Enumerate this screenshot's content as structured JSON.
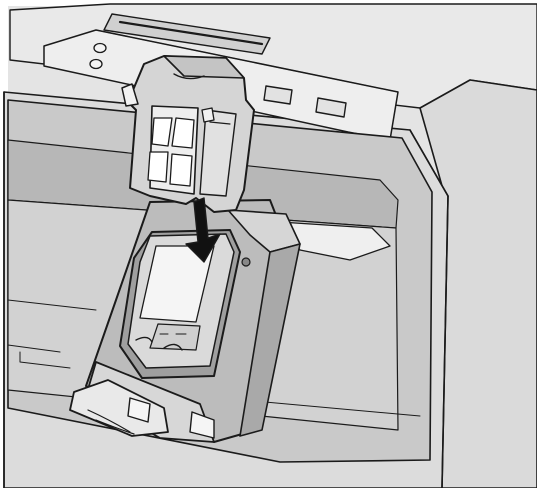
{
  "diagram": {
    "subject": "printer-cartridge-carrier-installation",
    "parts": [
      "printer-body",
      "top-panel",
      "output-slot",
      "indicator-leds",
      "control-buttons",
      "cartridge-carrier",
      "carrier-lid",
      "ink-cartridge",
      "insertion-arrow"
    ],
    "colors": {
      "line": "#1b1b1b",
      "body_light": "#e6e6e6",
      "body_mid": "#d4d4d4",
      "body_dark": "#c2c2c2",
      "cavity": "#ababab",
      "plastic": "#d9d9d9",
      "plastic_dark": "#9c9c9c",
      "white": "#f7f7f7"
    },
    "arrow": {
      "direction": "down",
      "icon": "down-arrow-icon"
    }
  }
}
